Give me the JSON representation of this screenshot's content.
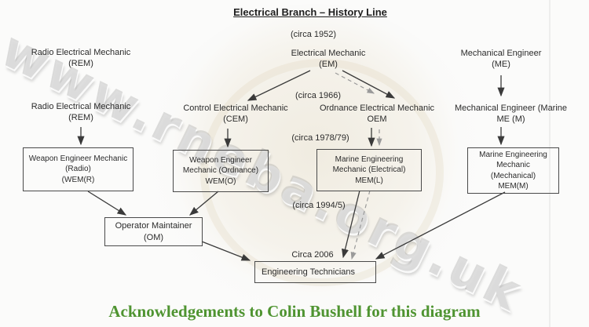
{
  "title": "Electrical Branch – History Line",
  "watermark": "www.rneba.org.uk",
  "caption": "Acknowledgements to Colin Bushell for this diagram",
  "colors": {
    "caption_green": "#4f9431",
    "line_dark": "#3a3a3a",
    "line_gray": "#9a9a9a",
    "watermark_gray": "#949494"
  },
  "era_labels": {
    "e1952": "(circa 1952)",
    "e1966": "(circa 1966)",
    "e1978": "(circa 1978/79)",
    "e1994": "(circa 1994/5)",
    "e2006": "Circa 2006"
  },
  "labels": {
    "rem_top": {
      "l1": "Radio Electrical Mechanic",
      "l2": "(REM)"
    },
    "em": {
      "l1": "Electrical Mechanic",
      "l2": "(EM)"
    },
    "me": {
      "l1": "Mechanical Engineer",
      "l2": "(ME)"
    },
    "rem_mid": {
      "l1": "Radio Electrical Mechanic",
      "l2": "(REM)"
    },
    "cem": {
      "l1": "Control Electrical Mechanic",
      "l2": "(CEM)"
    },
    "oem": {
      "l1": "Ordnance Electrical Mechanic",
      "l2": "OEM"
    },
    "me_marine": {
      "l1": "Mechanical Engineer (Marine",
      "l2": "ME (M)"
    }
  },
  "boxes": {
    "wem_r": {
      "l1": "Weapon Engineer Mechanic",
      "l2": "(Radio)",
      "l3": "(WEM(R)"
    },
    "wem_o": {
      "l1": "Weapon Engineer",
      "l2": "Mechanic (Ordnance)",
      "l3": "WEM(O)"
    },
    "mem_l": {
      "l1": "Marine Engineering",
      "l2": "Mechanic (Electrical)",
      "l3": "MEM(L)"
    },
    "mem_m": {
      "l1": "Marine Engineering",
      "l2": "Mechanic",
      "l3": "(Mechanical)",
      "l4": "MEM(M)"
    },
    "om": {
      "l1": "Operator Maintainer",
      "l2": "(OM)"
    },
    "et": {
      "l1": "Engineering Technicians"
    }
  }
}
